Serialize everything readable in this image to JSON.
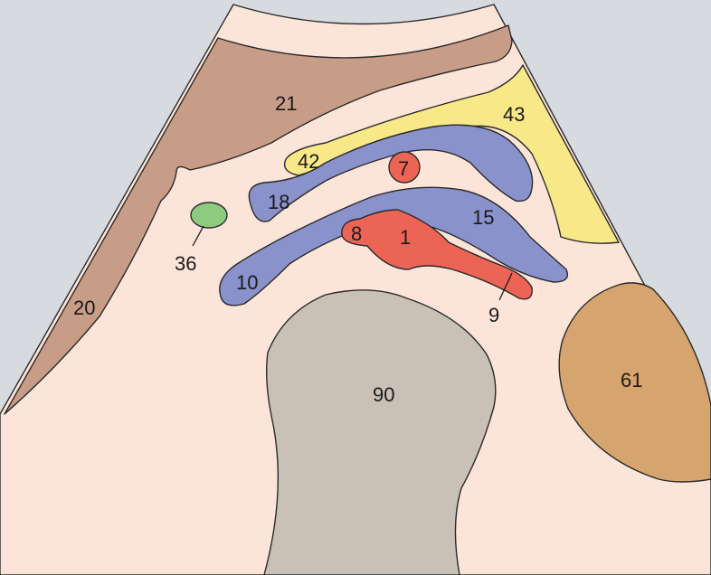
{
  "colors": {
    "background": "#d7dbe0",
    "field": "#fde4d9",
    "liver": "#c89d88",
    "pancreas": "#f8e888",
    "vein": "#8a92cc",
    "artery": "#ec6455",
    "lymph": "#8ecb7f",
    "kidney": "#d6a56f",
    "vertebra": "#c9c1b5"
  },
  "labels": {
    "l1": "1",
    "l7": "7",
    "l8": "8",
    "l9": "9",
    "l10": "10",
    "l15": "15",
    "l18": "18",
    "l20": "20",
    "l21": "21",
    "l36": "36",
    "l42": "42",
    "l43": "43",
    "l61": "61",
    "l90": "90"
  }
}
